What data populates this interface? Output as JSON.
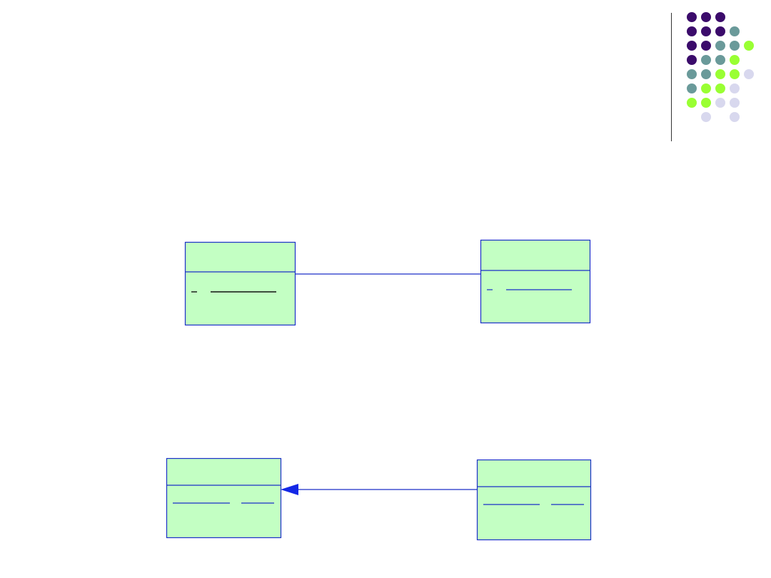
{
  "colors": {
    "background": "#ffffff",
    "class_fill": "#c3ffc3",
    "class_border": "#1a2fc8",
    "connector": "#1a2fc8",
    "arrowhead": "#1428e6",
    "dot_purple": "#3b0b6b",
    "dot_teal": "#6a9a9a",
    "dot_lime": "#99ff33",
    "dot_lavender": "#d8d8ee"
  },
  "decoration": {
    "name": "dot-grid-ornament",
    "rows": [
      [
        "purple",
        "purple",
        "purple",
        "none",
        "none"
      ],
      [
        "purple",
        "purple",
        "purple",
        "teal",
        "none"
      ],
      [
        "purple",
        "purple",
        "teal",
        "teal",
        "lime"
      ],
      [
        "purple",
        "teal",
        "teal",
        "lime",
        "none"
      ],
      [
        "teal",
        "teal",
        "lime",
        "lime",
        "lavender"
      ],
      [
        "teal",
        "lime",
        "lime",
        "lavender",
        "none"
      ],
      [
        "lime",
        "lime",
        "lavender",
        "lavender",
        "none"
      ],
      [
        "none",
        "lavender",
        "none",
        "lavender",
        "none"
      ]
    ]
  },
  "diagram": {
    "classes": [
      {
        "id": "top-left",
        "name": "",
        "attributes": ""
      },
      {
        "id": "top-right",
        "name": "",
        "attributes": ""
      },
      {
        "id": "bottom-left",
        "name": "",
        "attributes": ""
      },
      {
        "id": "bottom-right",
        "name": "",
        "attributes": ""
      }
    ],
    "relations": [
      {
        "from": "top-left",
        "to": "top-right",
        "kind": "association",
        "label": ""
      },
      {
        "from": "bottom-right",
        "to": "bottom-left",
        "kind": "directed-association",
        "label": ""
      }
    ]
  }
}
